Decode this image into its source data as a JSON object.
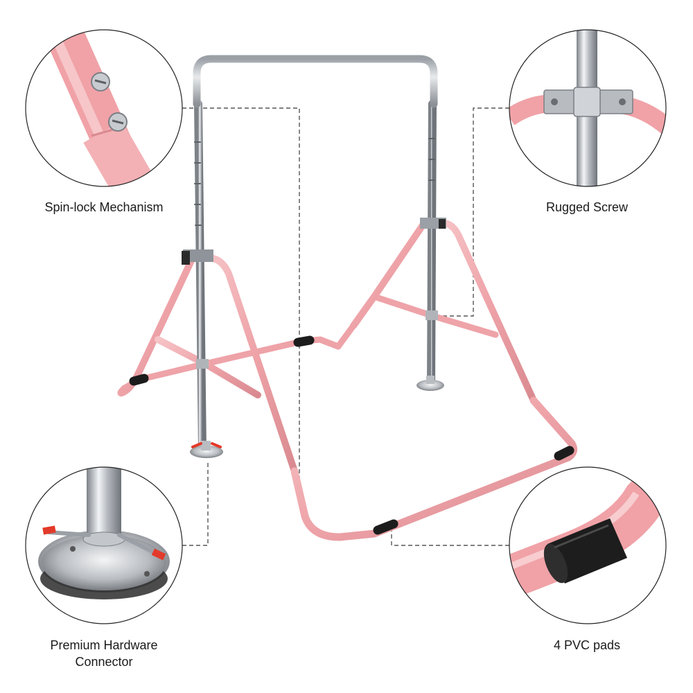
{
  "callouts": {
    "top_left": {
      "label": "Spin-lock Mechanism"
    },
    "top_right": {
      "label": "Rugged Screw"
    },
    "bottom_left": {
      "label": "Premium Hardware\nConnector"
    },
    "bottom_right": {
      "label": "4 PVC pads"
    }
  },
  "colors": {
    "frame_pink": "#f0a9ae",
    "frame_pink_dark": "#d98a90",
    "chrome": "#c9ccd0",
    "chrome_dark": "#8f949a",
    "pad_black": "#1c1c1c",
    "clamp_red": "#e23a2a",
    "leader_line": "#555555"
  }
}
